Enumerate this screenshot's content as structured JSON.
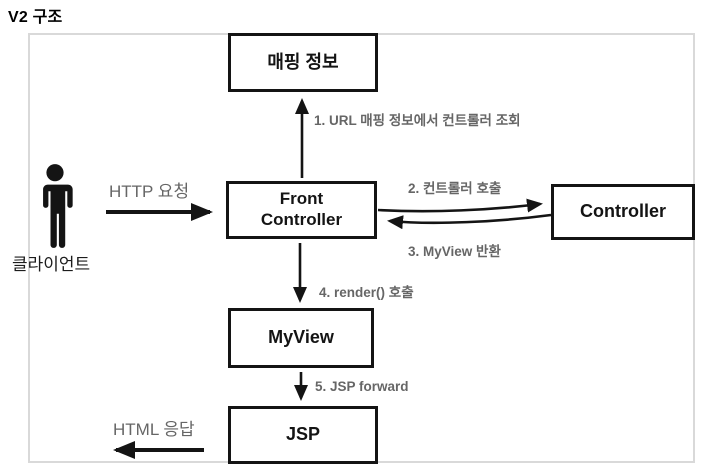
{
  "title": "V2 구조",
  "nodes": {
    "mapping": "매핑 정보",
    "front_controller_line1": "Front",
    "front_controller_line2": "Controller",
    "controller": "Controller",
    "myview": "MyView",
    "jsp": "JSP"
  },
  "labels": {
    "client": "클라이언트",
    "http_request": "HTTP 요청",
    "step1": "1. URL 매핑 정보에서 컨트롤러 조회",
    "step2": "2. 컨트롤러 호출",
    "step3": "3. MyView 반환",
    "step4": "4. render() 호출",
    "step5": "5. JSP forward",
    "html_response": "HTML 응답"
  },
  "colors": {
    "box_border": "#141414",
    "arrow": "#141414",
    "step_label": "#666666",
    "frame_border": "#d9d9d9",
    "background": "#ffffff"
  }
}
